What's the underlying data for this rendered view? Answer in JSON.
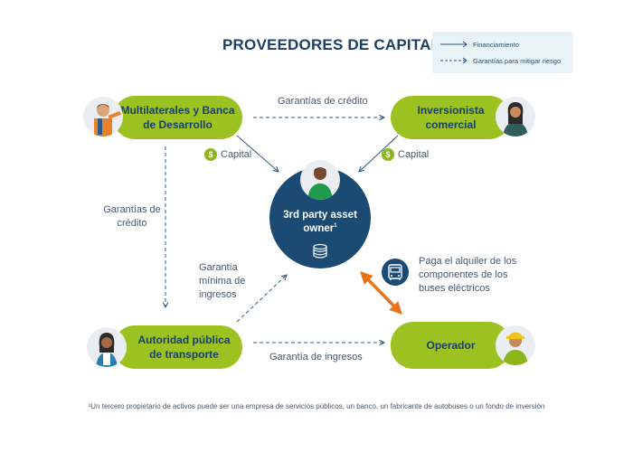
{
  "title": "PROVEEDORES DE CAPITAL",
  "legend": {
    "financing": "Financiamiento",
    "guarantees": "Garantías para mitigar riesgo"
  },
  "nodes": {
    "multilaterales": "Multilaterales y Banca de Desarrollo",
    "inversionista": "Inversionista comercial",
    "center": "3rd party asset owner",
    "center_mark": "1",
    "autoridad": "Autoridad pública de transporte",
    "operador": "Operador"
  },
  "labels": {
    "garantias_credito_top": "Garantías de crédito",
    "garantias_credito_left": "Garantías de crédito",
    "capital_left": "Capital",
    "capital_right": "Capital",
    "coin_symbol": "$",
    "garantia_minima": "Garantía mínima de ingresos",
    "garantia_ingresos": "Garantía de ingresos",
    "paga_alquiler": "Paga el alquiler de los componentes de los buses eléctricos"
  },
  "footnote": "¹Un tercero propietario de activos puede ser una empresa de servicios públicos, un banco, un fabricante de autobuses o un fondo de inversión",
  "colors": {
    "green": "#9cc221",
    "navy": "#1b4a73",
    "orange": "#e8731a",
    "arrow": "#2d5a85"
  }
}
